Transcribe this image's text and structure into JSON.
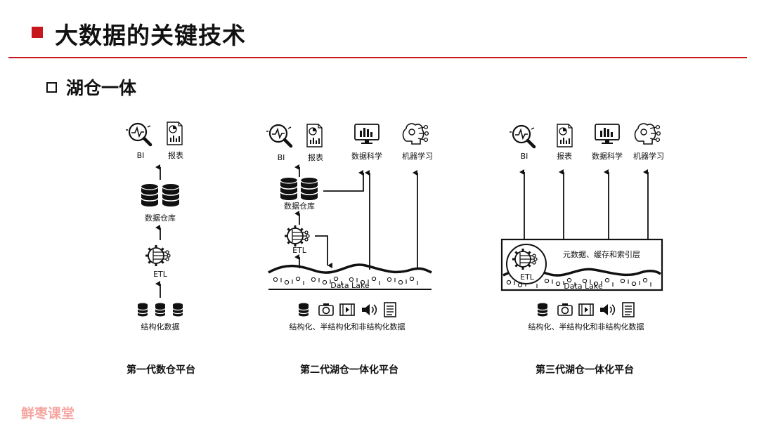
{
  "header": {
    "title": "大数据的关键技术"
  },
  "section": {
    "title": "湖仓一体"
  },
  "platforms": [
    {
      "caption": "第一代数仓平台",
      "labels": {
        "bi": "BI",
        "report": "报表",
        "warehouse": "数据仓库",
        "etl": "ETL",
        "source": "结构化数据"
      }
    },
    {
      "caption": "第二代湖仓一体化平台",
      "labels": {
        "bi": "BI",
        "report": "报表",
        "datasci": "数据科学",
        "ml": "机器学习",
        "warehouse": "数据仓库",
        "etl": "ETL",
        "lake": "Data Lake",
        "source": "结构化、半结构化和非结构化数据"
      }
    },
    {
      "caption": "第三代湖仓一体化平台",
      "labels": {
        "bi": "BI",
        "report": "报表",
        "datasci": "数据科学",
        "ml": "机器学习",
        "meta": "元数据、缓存和索引层",
        "etl": "ETL",
        "lake": "Data Lake",
        "source": "结构化、半结构化和非结构化数据"
      }
    }
  ],
  "brand": "鲜枣课堂",
  "colors": {
    "accent": "#c8161d",
    "brand": "#f5a5a0"
  },
  "icons": [
    "bi-magnifier-icon",
    "report-icon",
    "data-science-icon",
    "machine-learning-icon",
    "database-icon",
    "etl-gear-icon",
    "camera-icon",
    "video-icon",
    "audio-icon",
    "document-icon"
  ]
}
